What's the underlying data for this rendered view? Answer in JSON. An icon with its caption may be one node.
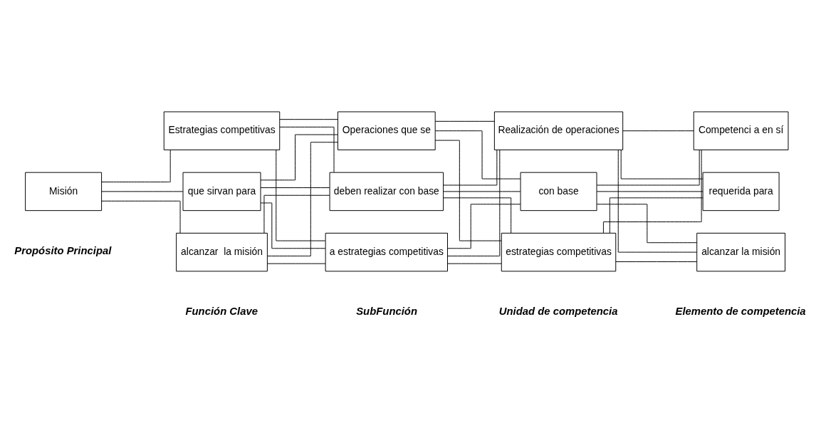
{
  "diagram": {
    "nodes": [
      {
        "text": [
          "Misión"
        ]
      },
      {
        "text": [
          "Estrategias competitivas"
        ]
      },
      {
        "text": [
          "que sirvan para"
        ]
      },
      {
        "text": [
          "alcanzar  la misión"
        ]
      },
      {
        "text": [
          "Operaciones que se"
        ]
      },
      {
        "text": [
          "deben realizar con base"
        ]
      },
      {
        "text": [
          "a estrategias competitivas"
        ]
      },
      {
        "text": [
          "Realización de operaciones"
        ]
      },
      {
        "text": [
          "con base"
        ]
      },
      {
        "text": [
          "estrategias competitivas"
        ]
      },
      {
        "text": [
          "Competenci a en sí"
        ]
      },
      {
        "text": [
          "requerida para"
        ]
      },
      {
        "text": [
          "alcanzar la misión"
        ]
      }
    ],
    "edges": [
      {
        "from": 0,
        "to": 1,
        "arrow": "none"
      },
      {
        "from": 0,
        "to": 2,
        "arrow": "none"
      },
      {
        "from": 0,
        "to": 3,
        "arrow": "none"
      },
      {
        "from": 1,
        "to": 4,
        "arrow": "none"
      },
      {
        "from": 1,
        "to": 5,
        "arrow": "none"
      },
      {
        "from": 1,
        "to": 6,
        "arrow": "none"
      },
      {
        "from": 2,
        "to": 4,
        "arrow": "none"
      },
      {
        "from": 2,
        "to": 5,
        "arrow": "none"
      },
      {
        "from": 2,
        "to": 6,
        "arrow": "none"
      },
      {
        "from": 3,
        "to": 4,
        "arrow": "none"
      },
      {
        "from": 3,
        "to": 5,
        "arrow": "none"
      },
      {
        "from": 3,
        "to": 6,
        "arrow": "none"
      },
      {
        "from": 4,
        "to": 7,
        "arrow": "none"
      },
      {
        "from": 4,
        "to": 8,
        "arrow": "none"
      },
      {
        "from": 4,
        "to": 9,
        "arrow": "none"
      },
      {
        "from": 5,
        "to": 7,
        "arrow": "none"
      },
      {
        "from": 5,
        "to": 8,
        "arrow": "none"
      },
      {
        "from": 5,
        "to": 9,
        "arrow": "none"
      },
      {
        "from": 6,
        "to": 7,
        "arrow": "none"
      },
      {
        "from": 6,
        "to": 8,
        "arrow": "none"
      },
      {
        "from": 6,
        "to": 9,
        "arrow": "none"
      },
      {
        "from": 7,
        "to": 10,
        "arrow": "none"
      },
      {
        "from": 7,
        "to": 11,
        "arrow": "none"
      },
      {
        "from": 7,
        "to": 12,
        "arrow": "none"
      },
      {
        "from": 8,
        "to": 10,
        "arrow": "none"
      },
      {
        "from": 8,
        "to": 11,
        "arrow": "none"
      },
      {
        "from": 8,
        "to": 12,
        "arrow": "none"
      },
      {
        "from": 9,
        "to": 10,
        "arrow": "none"
      },
      {
        "from": 9,
        "to": 11,
        "arrow": "none"
      },
      {
        "from": 9,
        "to": 12,
        "arrow": "none"
      }
    ],
    "labels": [
      "Propósito Principal",
      "Función Clave",
      "SubFunción",
      "Unidad de competencia",
      "Elemento de competencia"
    ]
  }
}
